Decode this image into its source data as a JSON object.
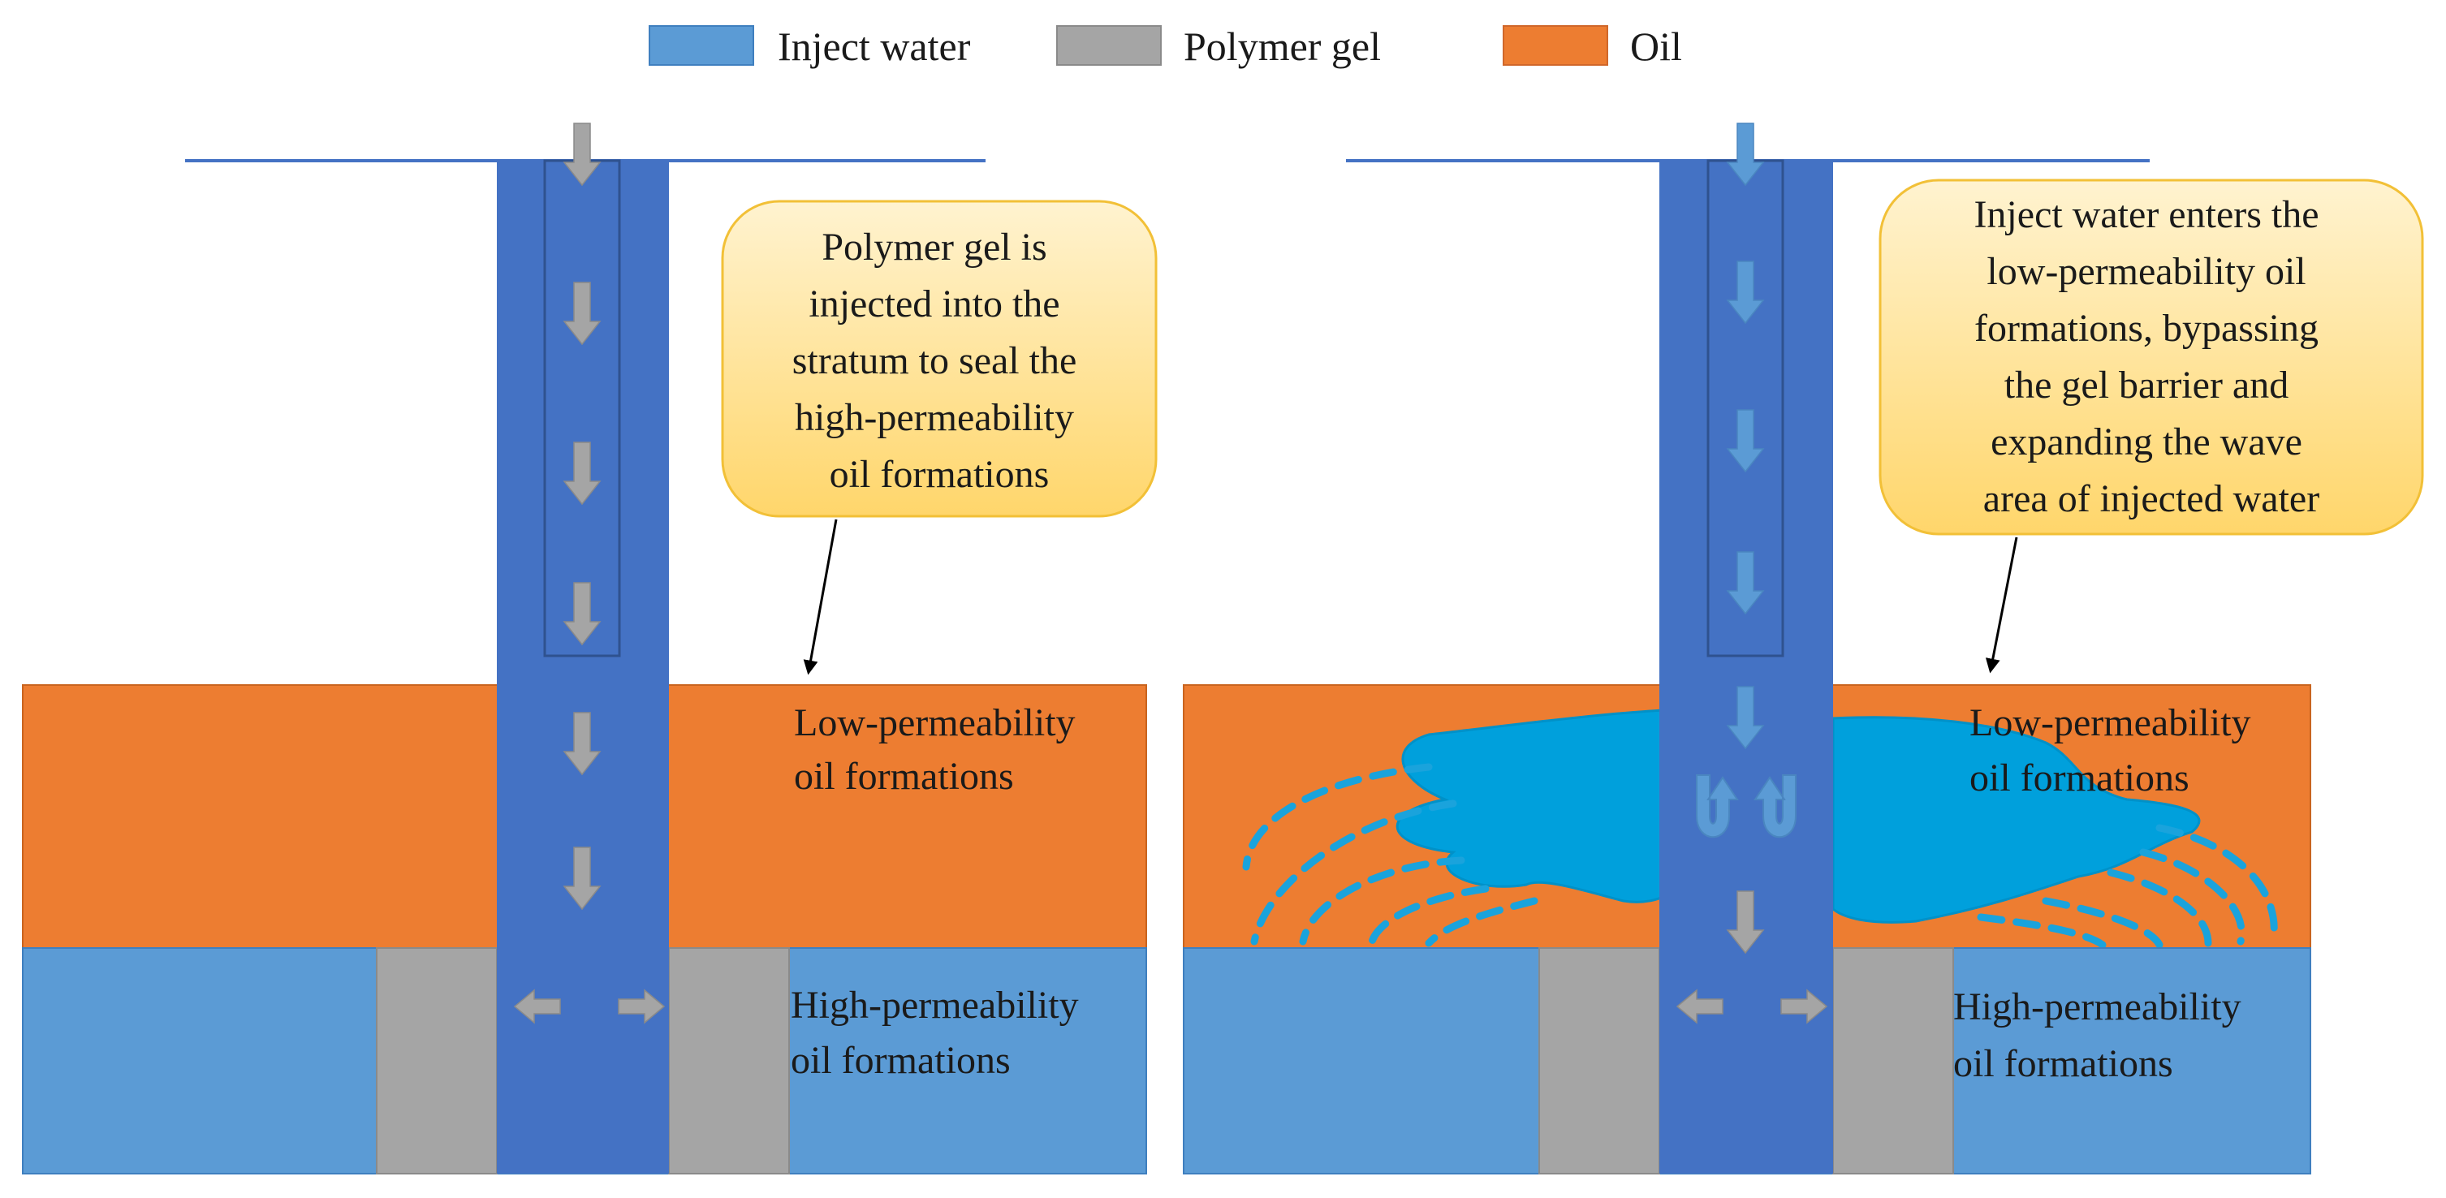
{
  "legend": [
    {
      "label": "Inject water",
      "color": "#5b9bd5"
    },
    {
      "label": "Polymer gel",
      "color": "#a5a5a5"
    },
    {
      "label": "Oil",
      "color": "#ed7d31"
    }
  ],
  "colors": {
    "well": "#4472c4",
    "surface_line": "#4472c4",
    "water_plume": "#00a0dc",
    "callout_fill_top": "#fff2cc",
    "callout_fill_bottom": "#ffd966",
    "callout_border": "#f4c242"
  },
  "left_panel": {
    "callout_lines": [
      "Polymer gel is",
      "injected into the",
      "stratum to seal the",
      "high-permeability",
      "oil formations"
    ],
    "low_perm_label": [
      "Low-permeability",
      "oil formations"
    ],
    "high_perm_label": [
      "High-permeability",
      "oil formations"
    ]
  },
  "right_panel": {
    "callout_lines": [
      "Inject water enters the",
      "low-permeability oil",
      "formations, bypassing",
      "the gel barrier and",
      "expanding the wave",
      "area of injected water"
    ],
    "low_perm_label": [
      "Low-permeability",
      "oil formations"
    ],
    "high_perm_label": [
      "High-permeability",
      "oil formations"
    ]
  }
}
